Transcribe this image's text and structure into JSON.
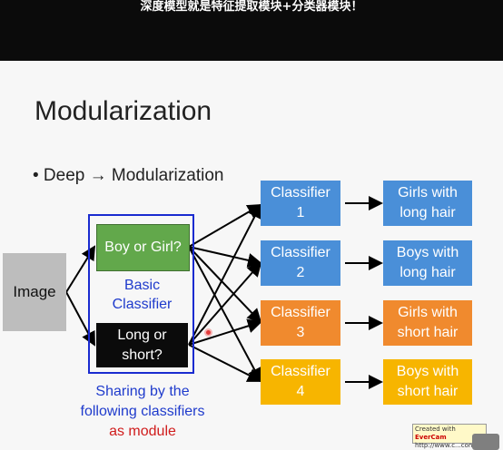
{
  "subtitle": "深度模型就是特征提取模块+分类器模块！",
  "slide": {
    "title": "Modularization",
    "bullet": "• Deep → Modularization",
    "image_label": "Image",
    "basic": {
      "top_box": "Boy or Girl?",
      "bottom_box_line1": "Long or",
      "bottom_box_line2": "short?",
      "label_line1": "Basic",
      "label_line2": "Classifier"
    },
    "sharing_line1": "Sharing by the",
    "sharing_line2": "following classifiers",
    "sharing_line3": "as module",
    "classifiers": [
      {
        "line1": "Classifier",
        "line2": "1"
      },
      {
        "line1": "Classifier",
        "line2": "2"
      },
      {
        "line1": "Classifier",
        "line2": "3"
      },
      {
        "line1": "Classifier",
        "line2": "4"
      }
    ],
    "results": [
      {
        "line1": "Girls with",
        "line2": "long hair"
      },
      {
        "line1": "Boys with",
        "line2": "long hair"
      },
      {
        "line1": "Girls with",
        "line2": "short hair"
      },
      {
        "line1": "Boys with",
        "line2": "short hair"
      }
    ]
  },
  "watermark": {
    "line1": "Created with",
    "brand": "EverCam",
    "line2": "http://www.c...com"
  },
  "colors": {
    "blue": "#4a8fd8",
    "orange": "#f08a2e",
    "gold": "#f7b500",
    "green": "#62a84b",
    "module_blue": "#1f3bcc",
    "highlight_red": "#d01c1c"
  }
}
